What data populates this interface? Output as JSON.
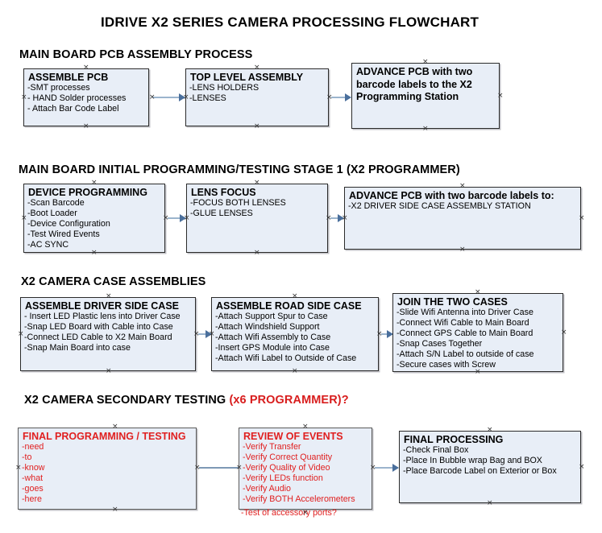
{
  "document": {
    "title": "IDRIVE X2  SERIES CAMERA PROCESSING FLOWCHART"
  },
  "colors": {
    "node_fill": "#e8eef7",
    "node_border": "#2b2b2b",
    "connector": "#9bb4cd",
    "arrow_head": "#4a6f9c",
    "accent_red": "#e02020",
    "text_black": "#000000"
  },
  "sections": [
    {
      "heading": "MAIN BOARD PCB ASSEMBLY PROCESS",
      "heading_accent": "",
      "nodes": [
        {
          "title": "ASSEMBLE PCB",
          "items": [
            "-SMT processes",
            "- HAND Solder processes",
            "- Attach Bar Code Label"
          ],
          "color": "black"
        },
        {
          "title": "TOP LEVEL ASSEMBLY",
          "items": [
            "-LENS HOLDERS",
            "-LENSES"
          ],
          "color": "black"
        },
        {
          "title": "ADVANCE PCB with two barcode labels to the  X2 Programming Station",
          "items": [],
          "color": "black"
        }
      ]
    },
    {
      "heading": "MAIN BOARD INITIAL PROGRAMMING/TESTING STAGE 1 (X2 PROGRAMMER)",
      "heading_accent": "",
      "nodes": [
        {
          "title": "DEVICE PROGRAMMING",
          "items": [
            "-Scan Barcode",
            "-Boot Loader",
            "-Device Configuration",
            "-Test Wired Events",
            "-AC SYNC"
          ],
          "color": "black"
        },
        {
          "title": "LENS FOCUS",
          "items": [
            "-FOCUS BOTH LENSES",
            "-GLUE LENSES"
          ],
          "color": "black"
        },
        {
          "title": "ADVANCE PCB with two barcode labels to:",
          "items": [
            "-X2 DRIVER  SIDE  CASE  ASSEMBLY STATION"
          ],
          "color": "black"
        }
      ]
    },
    {
      "heading": "X2 CAMERA CASE ASSEMBLIES",
      "heading_accent": "",
      "nodes": [
        {
          "title": "ASSEMBLE DRIVER SIDE CASE",
          "items": [
            "- Insert LED Plastic lens into Driver Case",
            "-Snap LED Board with Cable into Case",
            "-Connect LED Cable to X2 Main Board",
            "-Snap Main Board into case"
          ],
          "color": "black"
        },
        {
          "title": "ASSEMBLE ROAD SIDE CASE",
          "items": [
            "-Attach Support Spur to Case",
            "-Attach Windshield Support",
            "-Attach Wifi Assembly to Case",
            "-Insert GPS Module into Case",
            "-Attach Wifi Label to Outside of Case"
          ],
          "color": "black"
        },
        {
          "title": "JOIN THE TWO CASES",
          "items": [
            "-Slide Wifi Antenna into Driver Case",
            "-Connect Wifi Cable to Main Board",
            "-Connect GPS Cable to Main Board",
            "-Snap Cases Together",
            "-Attach S/N Label to outside of case",
            "-Secure cases with Screw"
          ],
          "color": "black"
        }
      ]
    },
    {
      "heading": "X2 CAMERA SECONDARY TESTING ",
      "heading_accent": "(x6 PROGRAMMER)?",
      "nodes": [
        {
          "title": "FINAL PROGRAMMING / TESTING",
          "items": [
            "-need",
            "-to",
            "-know",
            "-what",
            "-goes",
            "-here"
          ],
          "color": "red"
        },
        {
          "title": "REVIEW OF EVENTS",
          "items": [
            "-Verify Transfer",
            "-Verify Correct Quantity",
            "-Verify Quality of Video",
            "-Verify LEDs function",
            "-Verify Audio",
            "-Verify BOTH Accelerometers"
          ],
          "overflow_item": "-Test of accessory ports?",
          "color": "red"
        },
        {
          "title": "FINAL PROCESSING",
          "items": [
            "-Check Final Box",
            "-Place In Bubble wrap Bag and BOX",
            "-Place Barcode Label on Exterior or Box"
          ],
          "color": "black"
        }
      ]
    }
  ]
}
